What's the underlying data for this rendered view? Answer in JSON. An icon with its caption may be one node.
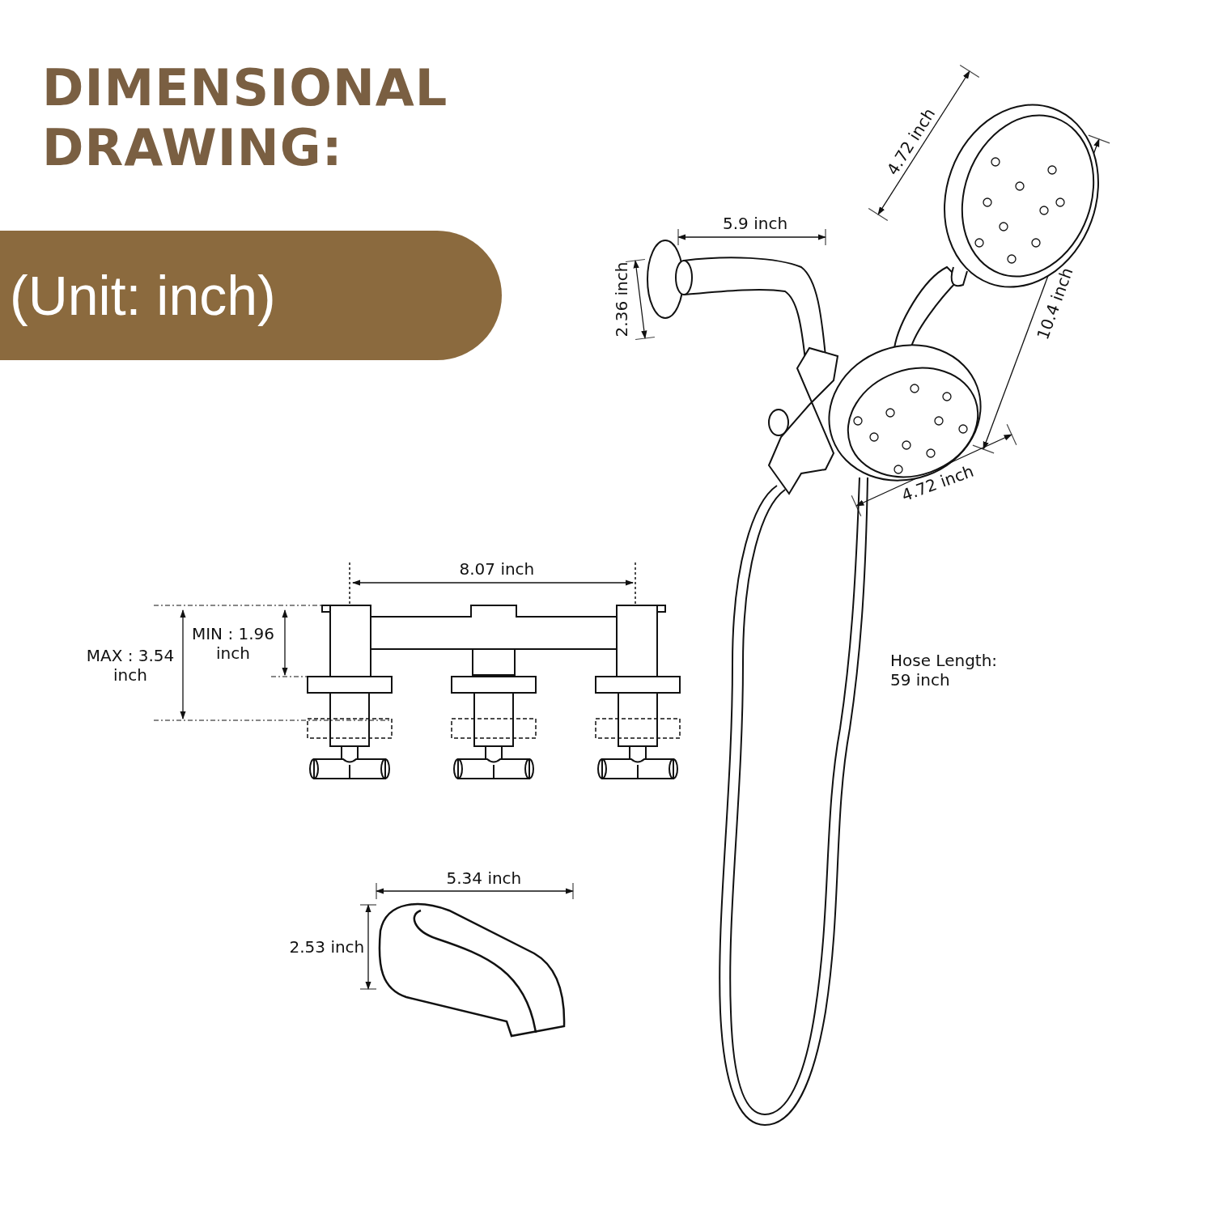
{
  "diagram": {
    "title": "DIMENSIONAL DRAWING:",
    "nodes": [
      {
        "text": [
          "(Unit: inch)"
        ]
      }
    ],
    "labels": [
      "4.72 inch",
      "5.9 inch",
      "2.36 inch",
      "10.4 inch",
      "4.72 inch",
      "8.07 inch",
      "MIN : 1.96 inch",
      "MAX : 3.54 inch",
      "Hose Length: 59 inch",
      "5.34 inch",
      "2.53 inch"
    ]
  }
}
